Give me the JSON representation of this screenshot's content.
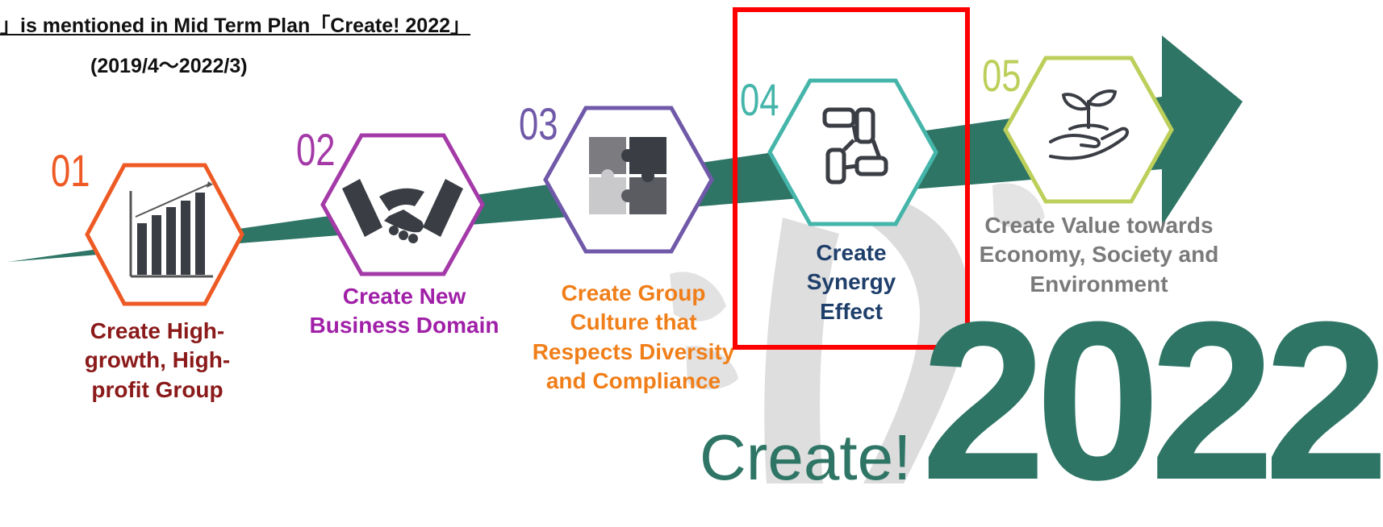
{
  "header": {
    "title": "」is mentioned in Mid Term Plan「Create! 2022」",
    "period": "(2019/4～2022/3)"
  },
  "steps": [
    {
      "number": "01",
      "label": "Create High-growth, High-profit Group",
      "color": "#ee5a24",
      "caption_color": "#8b1a1a",
      "icon": "bar-chart-icon"
    },
    {
      "number": "02",
      "label": "Create New Business Domain",
      "color": "#a43aa8",
      "caption_color": "#a020a8",
      "icon": "handshake-icon"
    },
    {
      "number": "03",
      "label": "Create Group Culture that Respects Diversity and Compliance",
      "color": "#7059a8",
      "caption_color": "#f07f1a",
      "icon": "puzzle-icon"
    },
    {
      "number": "04",
      "label": "Create Synergy Effect",
      "color": "#45b5aa",
      "caption_color": "#1f3f6b",
      "icon": "joined-hands-icon"
    },
    {
      "number": "05",
      "label": "Create Value towards Economy, Society and Environment",
      "color": "#bccf5a",
      "caption_color": "#7a7a7a",
      "icon": "plant-in-hand-icon"
    }
  ],
  "captions": {
    "c1": [
      "Create High-",
      "growth, High-",
      "profit Group"
    ],
    "c2": [
      "Create New",
      "Business Domain"
    ],
    "c3": [
      "Create Group",
      "Culture that",
      "Respects Diversity",
      "and Compliance"
    ],
    "c4": [
      "Create",
      "Synergy",
      "Effect"
    ],
    "c5": [
      "Create Value towards",
      "Economy, Society and",
      "Environment"
    ]
  },
  "logo": {
    "create": "Create!",
    "year": "2022"
  },
  "colors": {
    "arrow": "#2e7565",
    "highlight": "#ff0000",
    "watermark": "#d9d9d9"
  }
}
